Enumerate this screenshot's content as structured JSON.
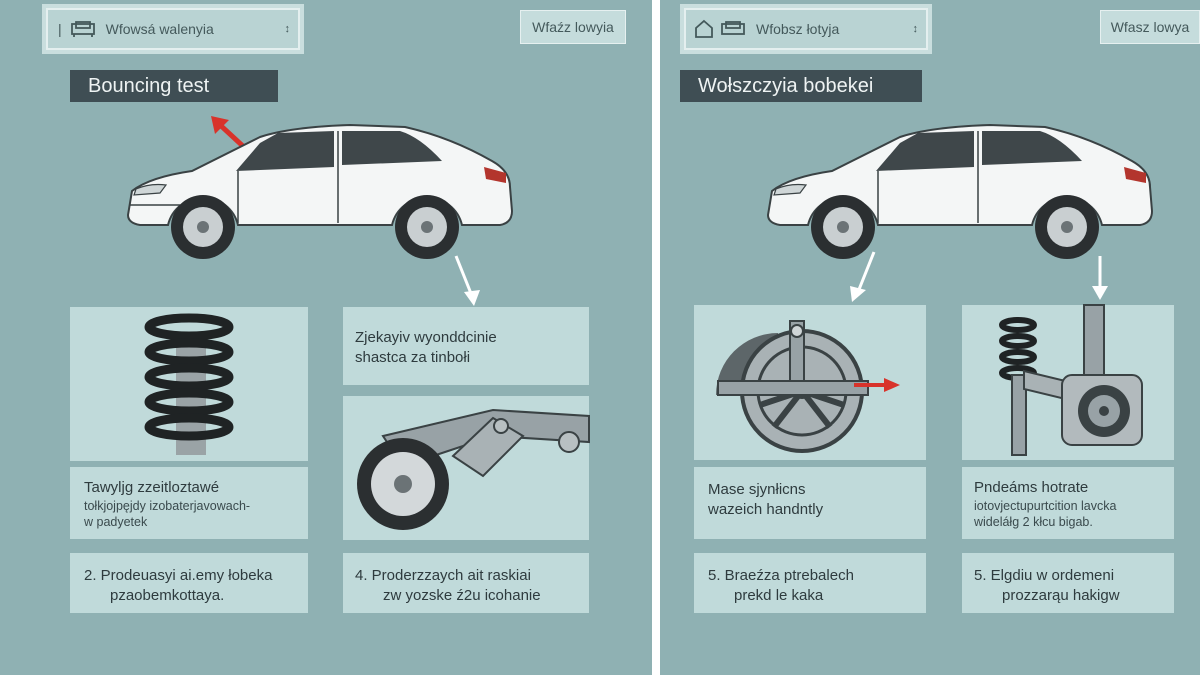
{
  "left": {
    "dropdown_label": "Wfowsá walenyia",
    "header_button": "Wfaźz lowyia",
    "title": "Bouncing test",
    "card_top_right": {
      "line1": "Zjekayiv wyonddcinie",
      "line2": "shastca za tinbołi"
    },
    "card_spring": {
      "title": "Tawyljg zzeitloztawé",
      "sub1": "tołkjojpęjdy izobaterjavowach-",
      "sub2": "w padyetek"
    },
    "card_step2": {
      "line1": "2.  Prodeuasyi ai.emy łobeka",
      "line2": "pzaobemkottaya."
    },
    "card_step4": {
      "line1": "4.  Proderzzaych ait raskiai",
      "line2": "zw yozske ź2u icohanie"
    }
  },
  "right": {
    "dropdown_label": "Wfobsz łotyja",
    "header_button": "Wfasz lowya",
    "title": "Wołszczyia bobekei",
    "card_mass": {
      "line1": "Mase sjynłicns",
      "line2": "wazeich handntly"
    },
    "card_pendems": {
      "title": "Pndeáms hotrate",
      "sub1": "iotovjectupurtcition lavcka",
      "sub2": "wideláłg 2 kłcu bigab."
    },
    "card_step5a": {
      "line1": "5.  Braeźza ptrebalech",
      "line2": "prekd le kaka"
    },
    "card_step5b": {
      "line1": "5.  Elgdiu w ordemeni",
      "line2": "prozzarąu hakigw"
    }
  },
  "colors": {
    "panel_bg": "#8fb1b3",
    "card_bg": "#c0dada",
    "title_bg": "#3f4e54",
    "arrow_red": "#d8332b"
  },
  "icons": [
    "menu-handle-icon",
    "sofa-icon",
    "house-icon",
    "chevron-down-icon",
    "car-illustration",
    "coil-spring-illustration",
    "suspension-arm-illustration",
    "brake-disc-illustration",
    "shock-absorber-illustration",
    "red-arrow-icon",
    "down-arrow-icon"
  ]
}
